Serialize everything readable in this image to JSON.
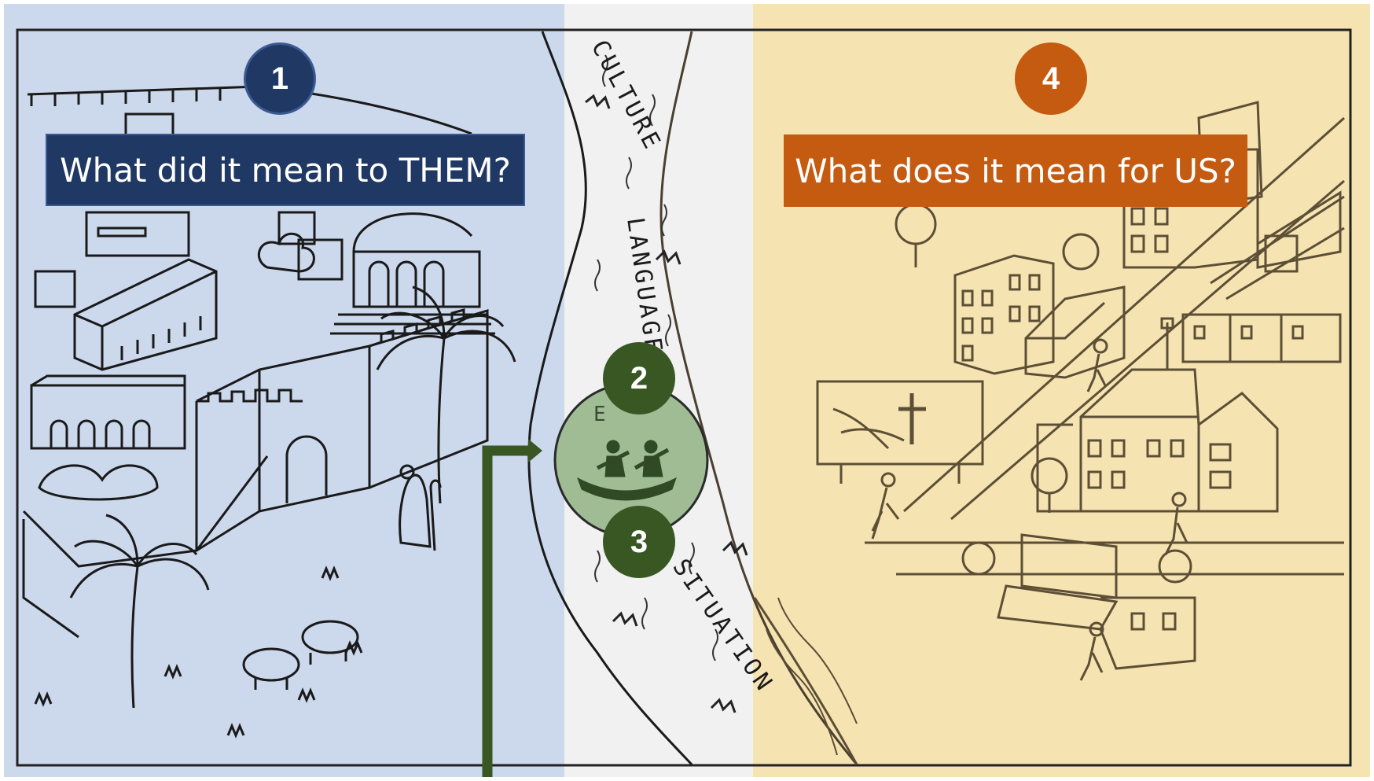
{
  "slide": {
    "left_question": "What did it mean to THEM?",
    "right_question": "What does it mean for US?",
    "steps": [
      "1",
      "2",
      "3",
      "4"
    ],
    "river_words": [
      "CULTURE",
      "LANGUAGE",
      "SITUATION"
    ]
  },
  "colors": {
    "them_blue": "#1f3864",
    "us_orange": "#c55a11",
    "bridge_green": "#385723",
    "left_overlay": "#c9d5ea",
    "right_overlay": "#f6e3b0",
    "ink": "#1a1a1a"
  }
}
